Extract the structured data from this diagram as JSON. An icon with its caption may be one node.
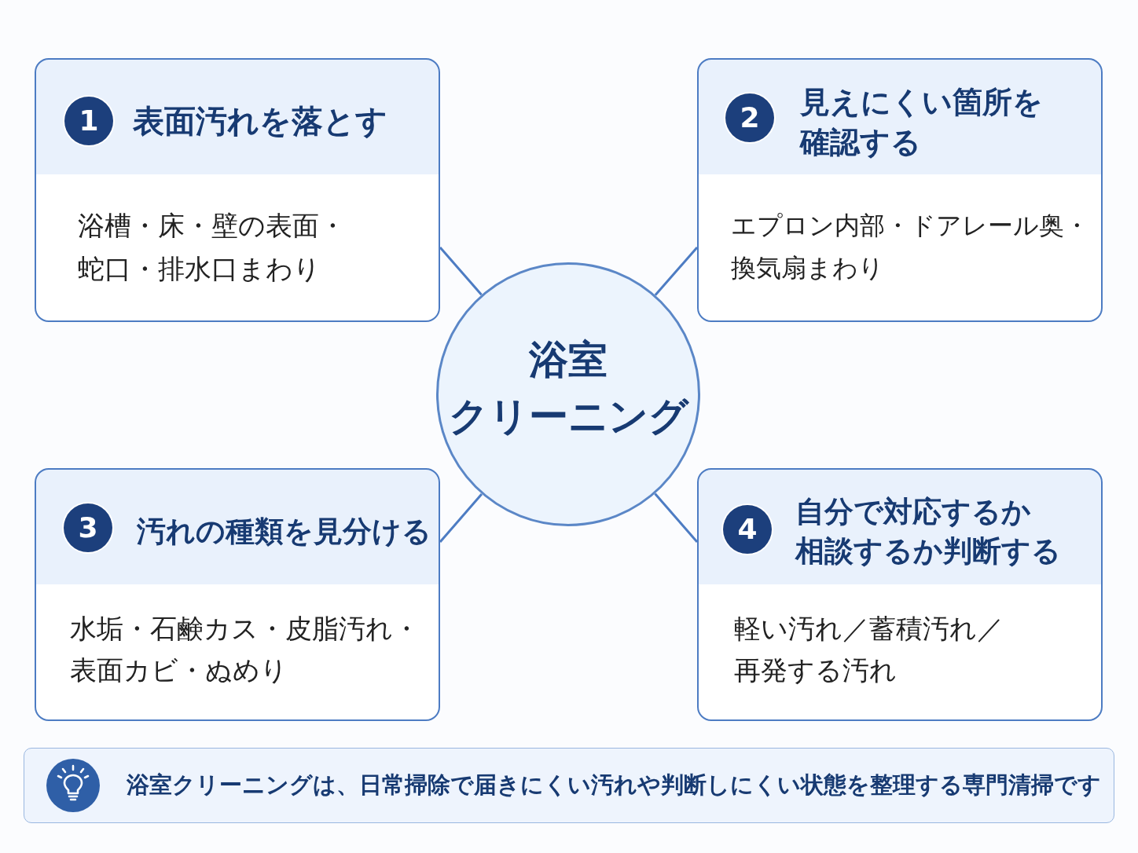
{
  "diagram": {
    "nodes": [
      {
        "text": [
          "浴室クリーニング"
        ]
      },
      {
        "text": [
          "表面汚れを落とす",
          "浴槽・床・壁の表面・蛇口・排水口まわり"
        ]
      },
      {
        "text": [
          "1"
        ],
        "in": 1
      },
      {
        "text": [
          "見えにくい箇所を確認する",
          "エプロン内部・ドアレール奥・換気扇まわり"
        ]
      },
      {
        "text": [
          "2"
        ],
        "in": 3
      },
      {
        "text": [
          "汚れの種類を見分ける",
          "水垢・石鹸カス・皮脂汚れ・表面カビ・ぬめり"
        ]
      },
      {
        "text": [
          "3"
        ],
        "in": 5
      },
      {
        "text": [
          "自分で対応するか相談するか判断する",
          "軽い汚れ／蓄積汚れ／再発する汚れ"
        ]
      },
      {
        "text": [
          "4"
        ],
        "in": 7
      },
      {
        "text": [
          "浴室クリーニングは、日常掃除で届きにくい汚れや判断しにくい状態を整理する専門清掃です"
        ]
      }
    ],
    "edges": [
      {
        "from": 0,
        "to": 1,
        "arrow": "none"
      },
      {
        "from": 0,
        "to": 3,
        "arrow": "none"
      },
      {
        "from": 0,
        "to": 5,
        "arrow": "none"
      },
      {
        "from": 0,
        "to": 7,
        "arrow": "none"
      }
    ]
  }
}
